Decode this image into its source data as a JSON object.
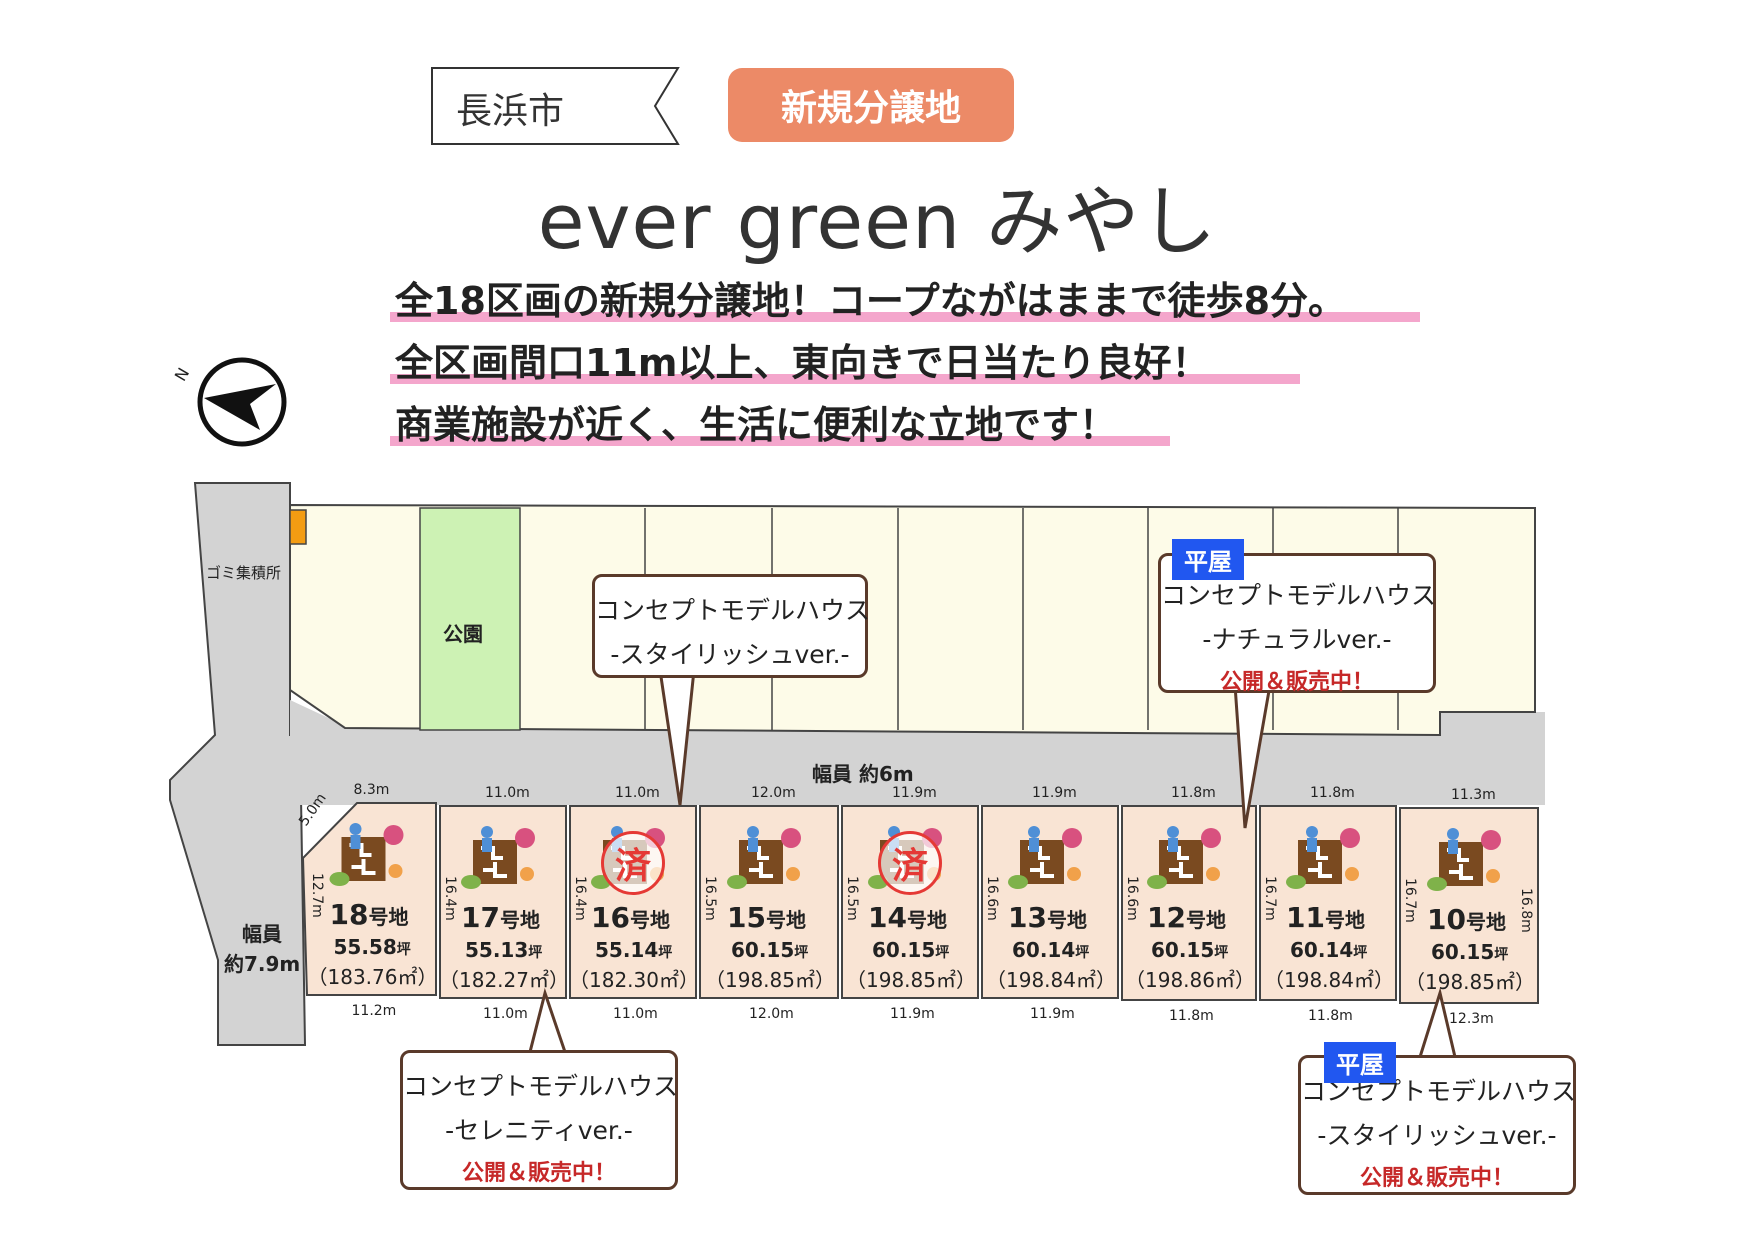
{
  "header": {
    "city": "長浜市",
    "badge": "新規分譲地",
    "title": "ever green みやし",
    "taglines": [
      "全18区画の新規分譲地！コープながはままで徒歩8分。",
      "全区画間口11m以上、東向きで日当たり良好！",
      "商業施設が近く、生活に便利な立地です！"
    ],
    "accent_pink": "#f4a6cc",
    "badge_color": "#ec8a67"
  },
  "compass": {
    "label": "N"
  },
  "map": {
    "garbage_label": "ゴミ集積所",
    "park_label": "公園",
    "road_main_label": "幅員 約6m",
    "road_side_label_1": "幅員",
    "road_side_label_2": "約7.9m",
    "corner_dim": "5.0m",
    "colors": {
      "road": "#d3d3d3",
      "upper_lot": "#fdfbe8",
      "park": "#cdf2b4",
      "lot": "#f9e4d4",
      "sold": "#e53935",
      "flat_tag": "#2157f0"
    }
  },
  "lots": [
    {
      "num": "18",
      "suffix": "号地",
      "tsubo": "55.58",
      "unit": "坪",
      "m2": "（183.76㎡）",
      "top": "8.3m",
      "bottom": "11.2m",
      "left": "12.7m",
      "sold": false
    },
    {
      "num": "17",
      "suffix": "号地",
      "tsubo": "55.13",
      "unit": "坪",
      "m2": "（182.27㎡）",
      "top": "11.0m",
      "bottom": "11.0m",
      "left": "16.4m",
      "sold": false
    },
    {
      "num": "16",
      "suffix": "号地",
      "tsubo": "55.14",
      "unit": "坪",
      "m2": "（182.30㎡）",
      "top": "11.0m",
      "bottom": "11.0m",
      "left": "16.4m",
      "sold": true
    },
    {
      "num": "15",
      "suffix": "号地",
      "tsubo": "60.15",
      "unit": "坪",
      "m2": "（198.85㎡）",
      "top": "12.0m",
      "bottom": "12.0m",
      "left": "16.5m",
      "sold": false
    },
    {
      "num": "14",
      "suffix": "号地",
      "tsubo": "60.15",
      "unit": "坪",
      "m2": "（198.85㎡）",
      "top": "11.9m",
      "bottom": "11.9m",
      "left": "16.5m",
      "sold": true
    },
    {
      "num": "13",
      "suffix": "号地",
      "tsubo": "60.14",
      "unit": "坪",
      "m2": "（198.84㎡）",
      "top": "11.9m",
      "bottom": "11.9m",
      "left": "16.6m",
      "sold": false
    },
    {
      "num": "12",
      "suffix": "号地",
      "tsubo": "60.15",
      "unit": "坪",
      "m2": "（198.86㎡）",
      "top": "11.8m",
      "bottom": "11.8m",
      "left": "16.6m",
      "sold": false
    },
    {
      "num": "11",
      "suffix": "号地",
      "tsubo": "60.14",
      "unit": "坪",
      "m2": "（198.84㎡）",
      "top": "11.8m",
      "bottom": "11.8m",
      "left": "16.7m",
      "sold": false
    },
    {
      "num": "10",
      "suffix": "号地",
      "tsubo": "60.15",
      "unit": "坪",
      "m2": "（198.85㎡）",
      "top": "11.3m",
      "bottom": "12.3m",
      "left": "16.7m",
      "right": "16.8m",
      "sold": false
    }
  ],
  "sold_mark": "済",
  "callouts": {
    "stylish_16": {
      "line1": "コンセプトモデルハウス",
      "line2": "-スタイリッシュver.-"
    },
    "natural_12": {
      "tag": "平屋",
      "line1": "コンセプトモデルハウス",
      "line2": "-ナチュラルver.-",
      "line3": "公開＆販売中！"
    },
    "serenity_17": {
      "line1": "コンセプトモデルハウス",
      "line2": "-セレニティver.-",
      "line3": "公開＆販売中！"
    },
    "stylish_10": {
      "tag": "平屋",
      "line1": "コンセプトモデルハウス",
      "line2": "-スタイリッシュver.-",
      "line3": "公開＆販売中！"
    }
  }
}
